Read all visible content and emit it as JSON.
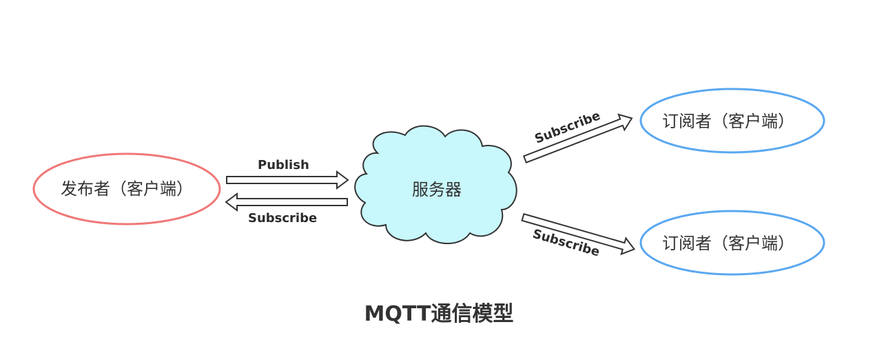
{
  "diagram": {
    "publisher": {
      "label": "发布者（客户端）",
      "border_color": "#f07878"
    },
    "server": {
      "label": "服务器",
      "fill_color": "#c8f8fc",
      "border_color": "#333333"
    },
    "subscriber_top": {
      "label": "订阅者（客户端）",
      "border_color": "#5aa8f0"
    },
    "subscriber_bottom": {
      "label": "订阅者（客户端）",
      "border_color": "#5aa8f0"
    },
    "arrows": {
      "publish": "Publish",
      "subscribe_back": "Subscribe",
      "subscribe_top": "Subscribe",
      "subscribe_bottom": "Subscribe"
    },
    "caption": "MQTT通信模型"
  }
}
